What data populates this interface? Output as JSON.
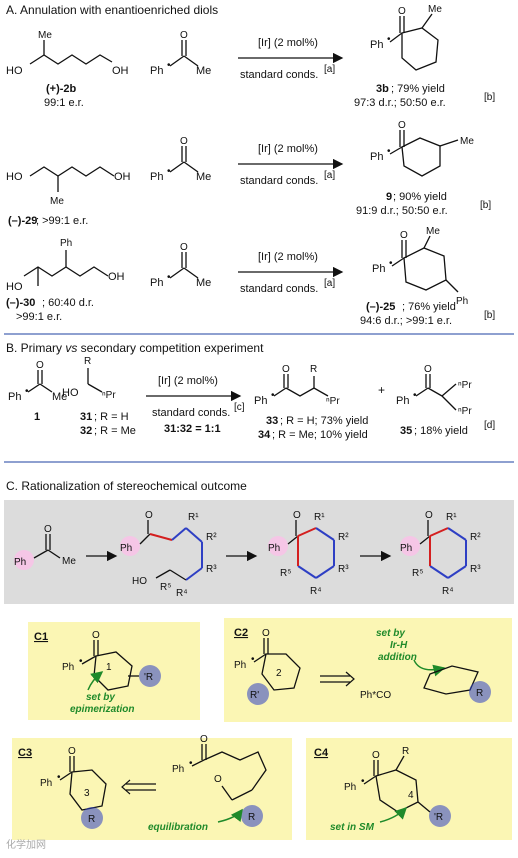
{
  "sectionA": {
    "title": "A. Annulation with enantioenriched diols",
    "arrow_top": "[Ir] (2 mol%)",
    "arrow_bottom": "standard conds.",
    "arrow_ref": "[a]",
    "ketone_label": "Ph",
    "me": "Me",
    "ho": "HO",
    "oh": "OH",
    "ph": "Ph",
    "row1": {
      "sm_name": "(+)-2b",
      "sm_er": "99:1 e.r.",
      "prod_name": "3b",
      "prod_yield": "; 79% yield",
      "prod_sel": "97:3 d.r.; 50:50 e.r.",
      "ref": "[b]"
    },
    "row2": {
      "sm_name": "(–)-29",
      "sm_er": "; >99:1 e.r.",
      "prod_name": "9",
      "prod_yield": "; 90% yield",
      "prod_sel": "91:9 d.r.; 50:50 e.r.",
      "ref": "[b]"
    },
    "row3": {
      "sm_name": "(–)-30",
      "sm_dr": "; 60:40 d.r.",
      "sm_er": ">99:1 e.r.",
      "prod_name": "(–)-25",
      "prod_yield": "; 76% yield",
      "prod_sel": "94:6 d.r.; >99:1 e.r.",
      "ref": "[b]"
    }
  },
  "sectionB": {
    "title_pre": "B. Primary ",
    "title_vs": "vs",
    "title_post": " secondary competition experiment",
    "arrow_top": "[Ir] (2 mol%)",
    "arrow_bottom": "standard conds.",
    "arrow_ref": "[c]",
    "ratio": "31:32 = 1:1",
    "ketone_num": "1",
    "alc_R": "R",
    "alc_HO": "HO",
    "alc_nPr": "ⁿPr",
    "alc_31": "31",
    "alc_31_txt": "; R = H",
    "alc_32": "32",
    "alc_32_txt": "; R = Me",
    "plus": "+",
    "p33": "33",
    "p33_txt": "; R = H; 73% yield",
    "p34": "34",
    "p34_txt": "; R = Me; 10% yield",
    "p35": "35",
    "p35_txt": "; 18% yield",
    "p35_ref": "[d]"
  },
  "sectionC": {
    "title": "C. Rationalization of stereochemical outcome",
    "labels": {
      "R1": "R¹",
      "R2": "R²",
      "R3": "R³",
      "R4": "R⁴",
      "R5": "R⁵",
      "HO": "HO",
      "Me": "Me",
      "Ph": "Ph"
    },
    "c1": {
      "tag": "C1",
      "num": "1",
      "note1": "set by",
      "note2": "epimerization",
      "R": "'R"
    },
    "c2": {
      "tag": "C2",
      "num": "2",
      "note1": "set by",
      "note2": "Ir-H",
      "note3": "addition",
      "phco": "Ph*CO",
      "R": "R",
      "Rp": "R'"
    },
    "c3": {
      "tag": "C3",
      "num": "3",
      "R": "R",
      "note": "equilibration"
    },
    "c4": {
      "tag": "C4",
      "num": "4",
      "Rtop": "R",
      "R": "'R",
      "note": "set in SM"
    }
  },
  "colors": {
    "pink": "#f5c6e6",
    "blue": "#2e3fc4",
    "red": "#d41f1f",
    "green": "#1f8a2a",
    "panel": "#fbf6b4",
    "gray": "#dcdcdc",
    "divider": "#8ea0d0"
  },
  "watermark": "化学加网"
}
